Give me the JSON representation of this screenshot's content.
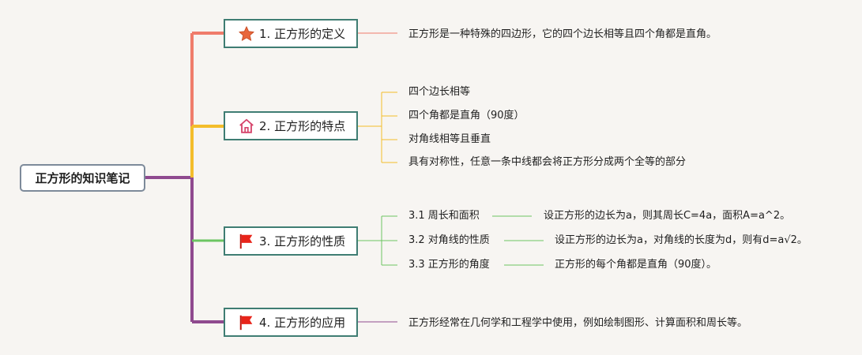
{
  "root": {
    "label": "正方形的知识笔记"
  },
  "colors": {
    "red": "#ef7c6b",
    "yellow": "#f3bd2b",
    "green": "#6cc562",
    "purple": "#8f4a8f",
    "node_border": "#3f7d73"
  },
  "topics": [
    {
      "label": "1. 正方形的定义",
      "icon": "star-icon",
      "leaves": [
        "正方形是一种特殊的四边形，它的四个边长相等且四个角都是直角。"
      ]
    },
    {
      "label": "2. 正方形的特点",
      "icon": "house-icon",
      "leaves": [
        "四个边长相等",
        "四个角都是直角（90度）",
        "对角线相等且垂直",
        "具有对称性，任意一条中线都会将正方形分成两个全等的部分"
      ]
    },
    {
      "label": "3. 正方形的性质",
      "icon": "red-flag-icon",
      "subs": [
        {
          "label": "3.1 周长和面积",
          "detail": "设正方形的边长为a，则其周长C=4a，面积A=a^2。"
        },
        {
          "label": "3.2 对角线的性质",
          "detail": "设正方形的边长为a，对角线的长度为d，则有d=a√2。"
        },
        {
          "label": "3.3 正方形的角度",
          "detail": "正方形的每个角都是直角（90度）。"
        }
      ]
    },
    {
      "label": "4. 正方形的应用",
      "icon": "red-flag-icon",
      "leaves": [
        "正方形经常在几何学和工程学中使用，例如绘制图形、计算面积和周长等。"
      ]
    }
  ]
}
